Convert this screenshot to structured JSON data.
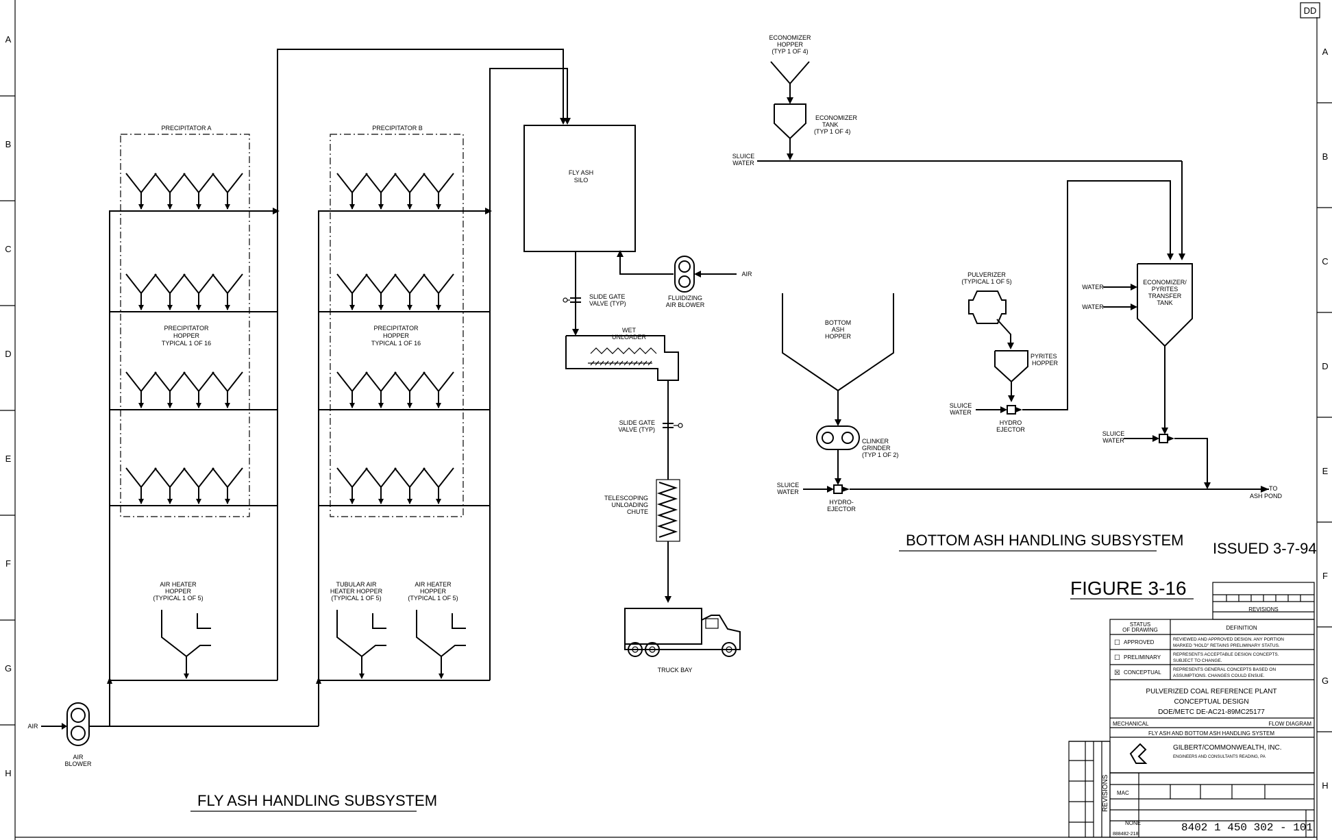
{
  "drawing": {
    "sheet_code": "DD",
    "issued": "ISSUED 3-7-94",
    "figure": "FIGURE 3-16",
    "fly_title": "FLY ASH HANDLING SUBSYSTEM",
    "bottom_title": "BOTTOM ASH HANDLING SUBSYSTEM"
  },
  "grid_rows": [
    "A",
    "B",
    "C",
    "D",
    "E",
    "F",
    "G",
    "H"
  ],
  "labels": {
    "precip_a": "PRECIPITATOR A",
    "precip_b": "PRECIPITATOR B",
    "precip_hopper_a": [
      "PRECIPITATOR",
      "HOPPER",
      "TYPICAL 1 OF 16"
    ],
    "precip_hopper_b": [
      "PRECIPITATOR",
      "HOPPER",
      "TYPICAL 1 OF 16"
    ],
    "air_heater_a": [
      "AIR HEATER",
      "HOPPER",
      "(TYPICAL 1 OF 5)"
    ],
    "tubular": [
      "TUBULAR AIR",
      "HEATER HOPPER",
      "(TYPICAL 1 OF 5)"
    ],
    "air_heater_b": [
      "AIR HEATER",
      "HOPPER",
      "(TYPICAL 1 OF 5)"
    ],
    "air_in": "AIR",
    "air_blower": [
      "AIR",
      "BLOWER"
    ],
    "fly_silo": [
      "FLY ASH",
      "SILO"
    ],
    "air_right": "AIR",
    "fluidizing": [
      "FLUIDIZING",
      "AIR BLOWER"
    ],
    "slide_gate_1": [
      "SLIDE GATE",
      "VALVE (TYP)"
    ],
    "wet_unloader": [
      "WET",
      "UNLOADER"
    ],
    "slide_gate_2": [
      "SLIDE GATE",
      "VALVE (TYP)"
    ],
    "telescoping": [
      "TELESCOPING",
      "UNLOADING",
      "CHUTE"
    ],
    "truck_bay": "TRUCK BAY",
    "econ_hopper": [
      "ECONOMIZER",
      "HOPPER",
      "(TYP 1 OF 4)"
    ],
    "econ_tank": [
      "ECONOMIZER",
      "TANK",
      "(TYP 1 OF 4)"
    ],
    "sluice_top": [
      "SLUICE",
      "WATER"
    ],
    "bottom_hopper": [
      "BOTTOM",
      "ASH",
      "HOPPER"
    ],
    "clinker": [
      "CLINKER",
      "GRINDER",
      "(TYP 1 OF 2)"
    ],
    "sluice_low": [
      "SLUICE",
      "WATER"
    ],
    "hydro_ejector_low": [
      "HYDRO-",
      "EJECTOR"
    ],
    "pulverizer": [
      "PULVERIZER",
      "(TYPICAL 1 OF 5)"
    ],
    "pyrites_hopper": [
      "PYRITES",
      "HOPPER"
    ],
    "sluice_mid": [
      "SLUICE",
      "WATER"
    ],
    "hydro_ejector_mid": [
      "HYDRO",
      "EJECTOR"
    ],
    "water_1": "WATER",
    "water_2": "WATER",
    "transfer_tank": [
      "ECONOMIZER/",
      "PYRITES",
      "TRANSFER",
      "TANK"
    ],
    "sluice_right": [
      "SLUICE",
      "WATER"
    ],
    "ash_pond": [
      "TO",
      "ASH POND"
    ]
  },
  "title_block": {
    "revisions_header": "REVISIONS",
    "status_header": [
      "STATUS",
      "OF DRAWING"
    ],
    "definition_header": "DEFINITION",
    "status_rows": [
      {
        "checkbox": "☐",
        "status": "APPROVED",
        "definition": [
          "REVIEWED AND APPROVED DESIGN. ANY PORTION",
          "MARKED \"HOLD\" RETAINS PRELIMINARY STATUS."
        ]
      },
      {
        "checkbox": "☐",
        "status": "PRELIMINARY",
        "definition": [
          "REPRESENTS ACCEPTABLE DESIGN CONCEPTS.",
          "SUBJECT TO CHANGE."
        ]
      },
      {
        "checkbox": "☒",
        "status": "CONCEPTUAL",
        "definition": [
          "REPRESENTS GENERAL CONCEPTS BASED ON",
          "ASSUMPTIONS. CHANGES COULD ENSUE."
        ]
      }
    ],
    "project": [
      "PULVERIZED COAL REFERENCE PLANT",
      "CONCEPTUAL DESIGN",
      "DOE/METC DE-AC21-89MC25177"
    ],
    "discipline": "MECHANICAL",
    "doc_type": "FLOW DIAGRAM",
    "doc_title": "FLY ASH AND BOTTOM ASH HANDLING SYSTEM",
    "company": "GILBERT/COMMONWEALTH, INC.",
    "company_sub": "ENGINEERS AND CONSULTANTS   READING, PA",
    "drawn_by": "MAC",
    "scale": "NONE",
    "ref": "888482-218",
    "drawing_number": "8402 1 450 302 - 101",
    "side_revisions": "REVISIONS"
  }
}
